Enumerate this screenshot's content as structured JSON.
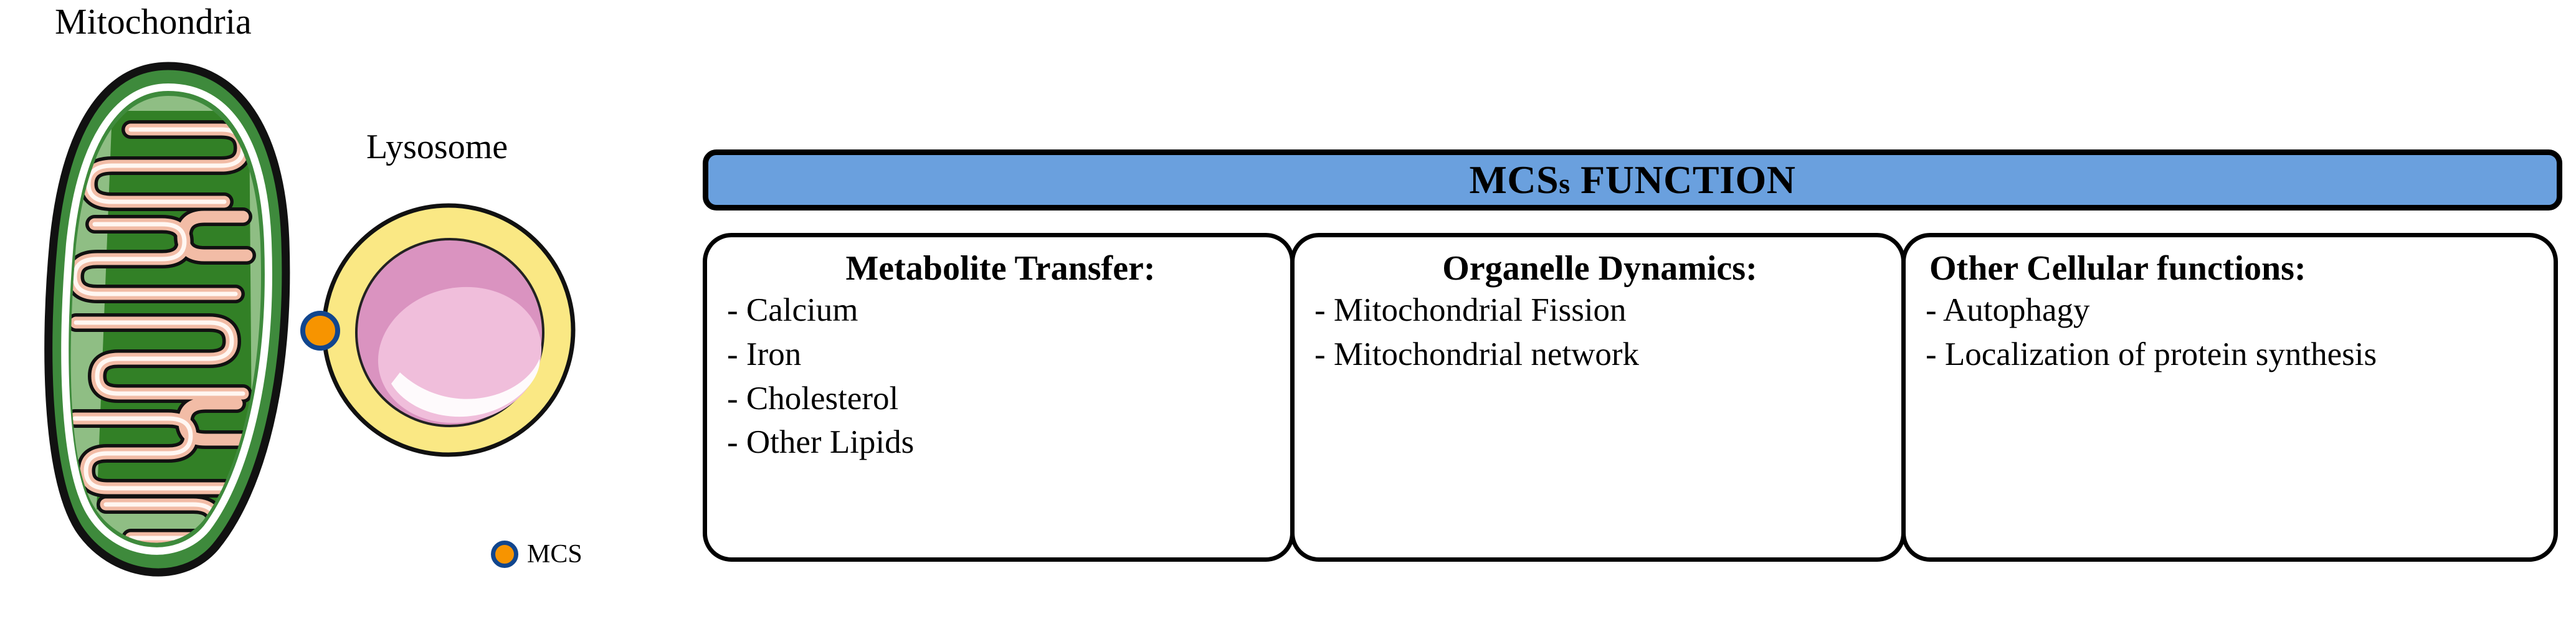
{
  "illustration": {
    "mitochondria_label": "Mitochondria",
    "lysosome_label": "Lysosome",
    "mitochondria_icon_name": "mitochondria-icon",
    "lysosome_icon_name": "lysosome-icon",
    "contact_site_icon_name": "mcs-contact-dot-icon",
    "colors": {
      "mito_outer_membrane": "#3E8A3C",
      "mito_matrix": "#8FBE84",
      "mito_inner_dark": "#2E7D22",
      "mito_cristae": "#F2BCA6",
      "mito_outline": "#111111",
      "lyso_ring": "#FAE884",
      "lyso_lumen": "#DA93C0",
      "lyso_inner": "#F0BEDB",
      "mcs_fill": "#F79400",
      "mcs_ring": "#11468E"
    }
  },
  "legend": {
    "label": "MCS",
    "swatch_fill": "#F79400",
    "swatch_ring": "#11468E"
  },
  "functions": {
    "banner": {
      "title_main": "MCS",
      "title_small_s": "s",
      "title_rest": " FUNCTION",
      "background_color": "#6AA0DE"
    },
    "boxes": [
      {
        "heading": "Metabolite Transfer:",
        "items": [
          "- Calcium",
          "- Iron",
          "- Cholesterol",
          "- Other Lipids"
        ]
      },
      {
        "heading": "Organelle Dynamics:",
        "items": [
          "- Mitochondrial Fission",
          "- Mitochondrial network"
        ]
      },
      {
        "heading": "Other Cellular functions:",
        "items": [
          "- Autophagy",
          "- Localization of protein synthesis"
        ]
      }
    ]
  }
}
